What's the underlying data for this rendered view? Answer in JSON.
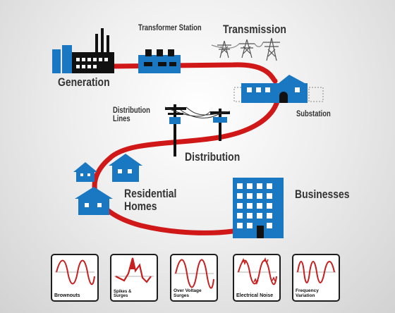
{
  "diagram": {
    "labels": {
      "transformer_station": "Transformer Station",
      "transmission": "Transmission",
      "generation": "Generation",
      "substation": "Substation",
      "distribution_lines": "Distribution Lines",
      "distribution": "Distribution",
      "residential_homes": "Residential Homes",
      "businesses": "Businesses"
    }
  },
  "power_quality_issues": [
    {
      "label": "Brownouts",
      "icon": "sine-wave-icon"
    },
    {
      "label": "Spikes & Surges",
      "icon": "spike-waveform-icon"
    },
    {
      "label": "Over Voltage Surges",
      "icon": "sine-wave-icon"
    },
    {
      "label": "Electrical Noise",
      "icon": "noisy-sine-wave-icon"
    },
    {
      "label": "Frequency Variation",
      "icon": "variable-frequency-wave-icon"
    }
  ],
  "colors": {
    "power_line": "#d01818",
    "building_blue": "#1a78c2",
    "label_text": "#333333",
    "waveform": "#c81e1e"
  }
}
